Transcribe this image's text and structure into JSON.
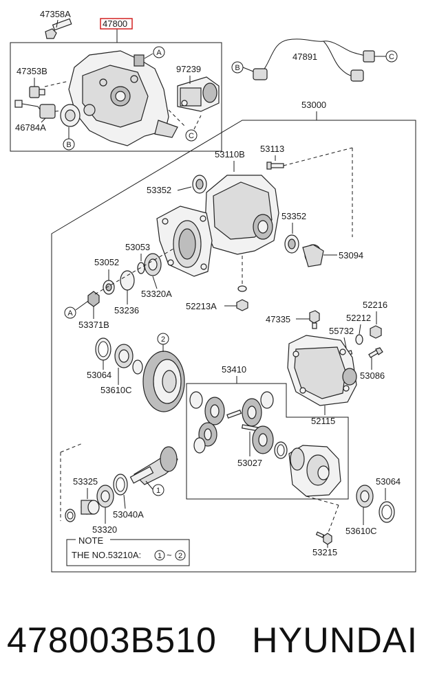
{
  "diagram": {
    "labels": {
      "p47358A": "47358A",
      "p47800": "47800",
      "p47353B": "47353B",
      "p46784A": "46784A",
      "p97239": "97239",
      "p47891": "47891",
      "p53000": "53000",
      "p53110B": "53110B",
      "p53113": "53113",
      "p53352a": "53352",
      "p53352b": "53352",
      "p53094": "53094",
      "p53053": "53053",
      "p53052": "53052",
      "p53320A": "53320A",
      "p53236": "53236",
      "p53371B": "53371B",
      "p52213A": "52213A",
      "p47335": "47335",
      "p52216": "52216",
      "p52212": "52212",
      "p55732": "55732",
      "p53086": "53086",
      "p52115": "52115",
      "p53064a": "53064",
      "p53610Ca": "53610C",
      "p53410": "53410",
      "p53027": "53027",
      "p53325": "53325",
      "p53320": "53320",
      "p53040A": "53040A",
      "p53064b": "53064",
      "p53610Cb": "53610C",
      "p53215": "53215"
    },
    "callouts": {
      "A": "A",
      "B": "B",
      "C": "C",
      "one": "1",
      "two": "2"
    },
    "note": {
      "title": "NOTE",
      "text": "THE NO.53210A:",
      "range_from": "1",
      "range_sep": "~",
      "range_to": "2"
    },
    "highlight_color": "#d22020"
  },
  "footer": {
    "part_number": "478003B510",
    "brand": "HYUNDAI"
  }
}
